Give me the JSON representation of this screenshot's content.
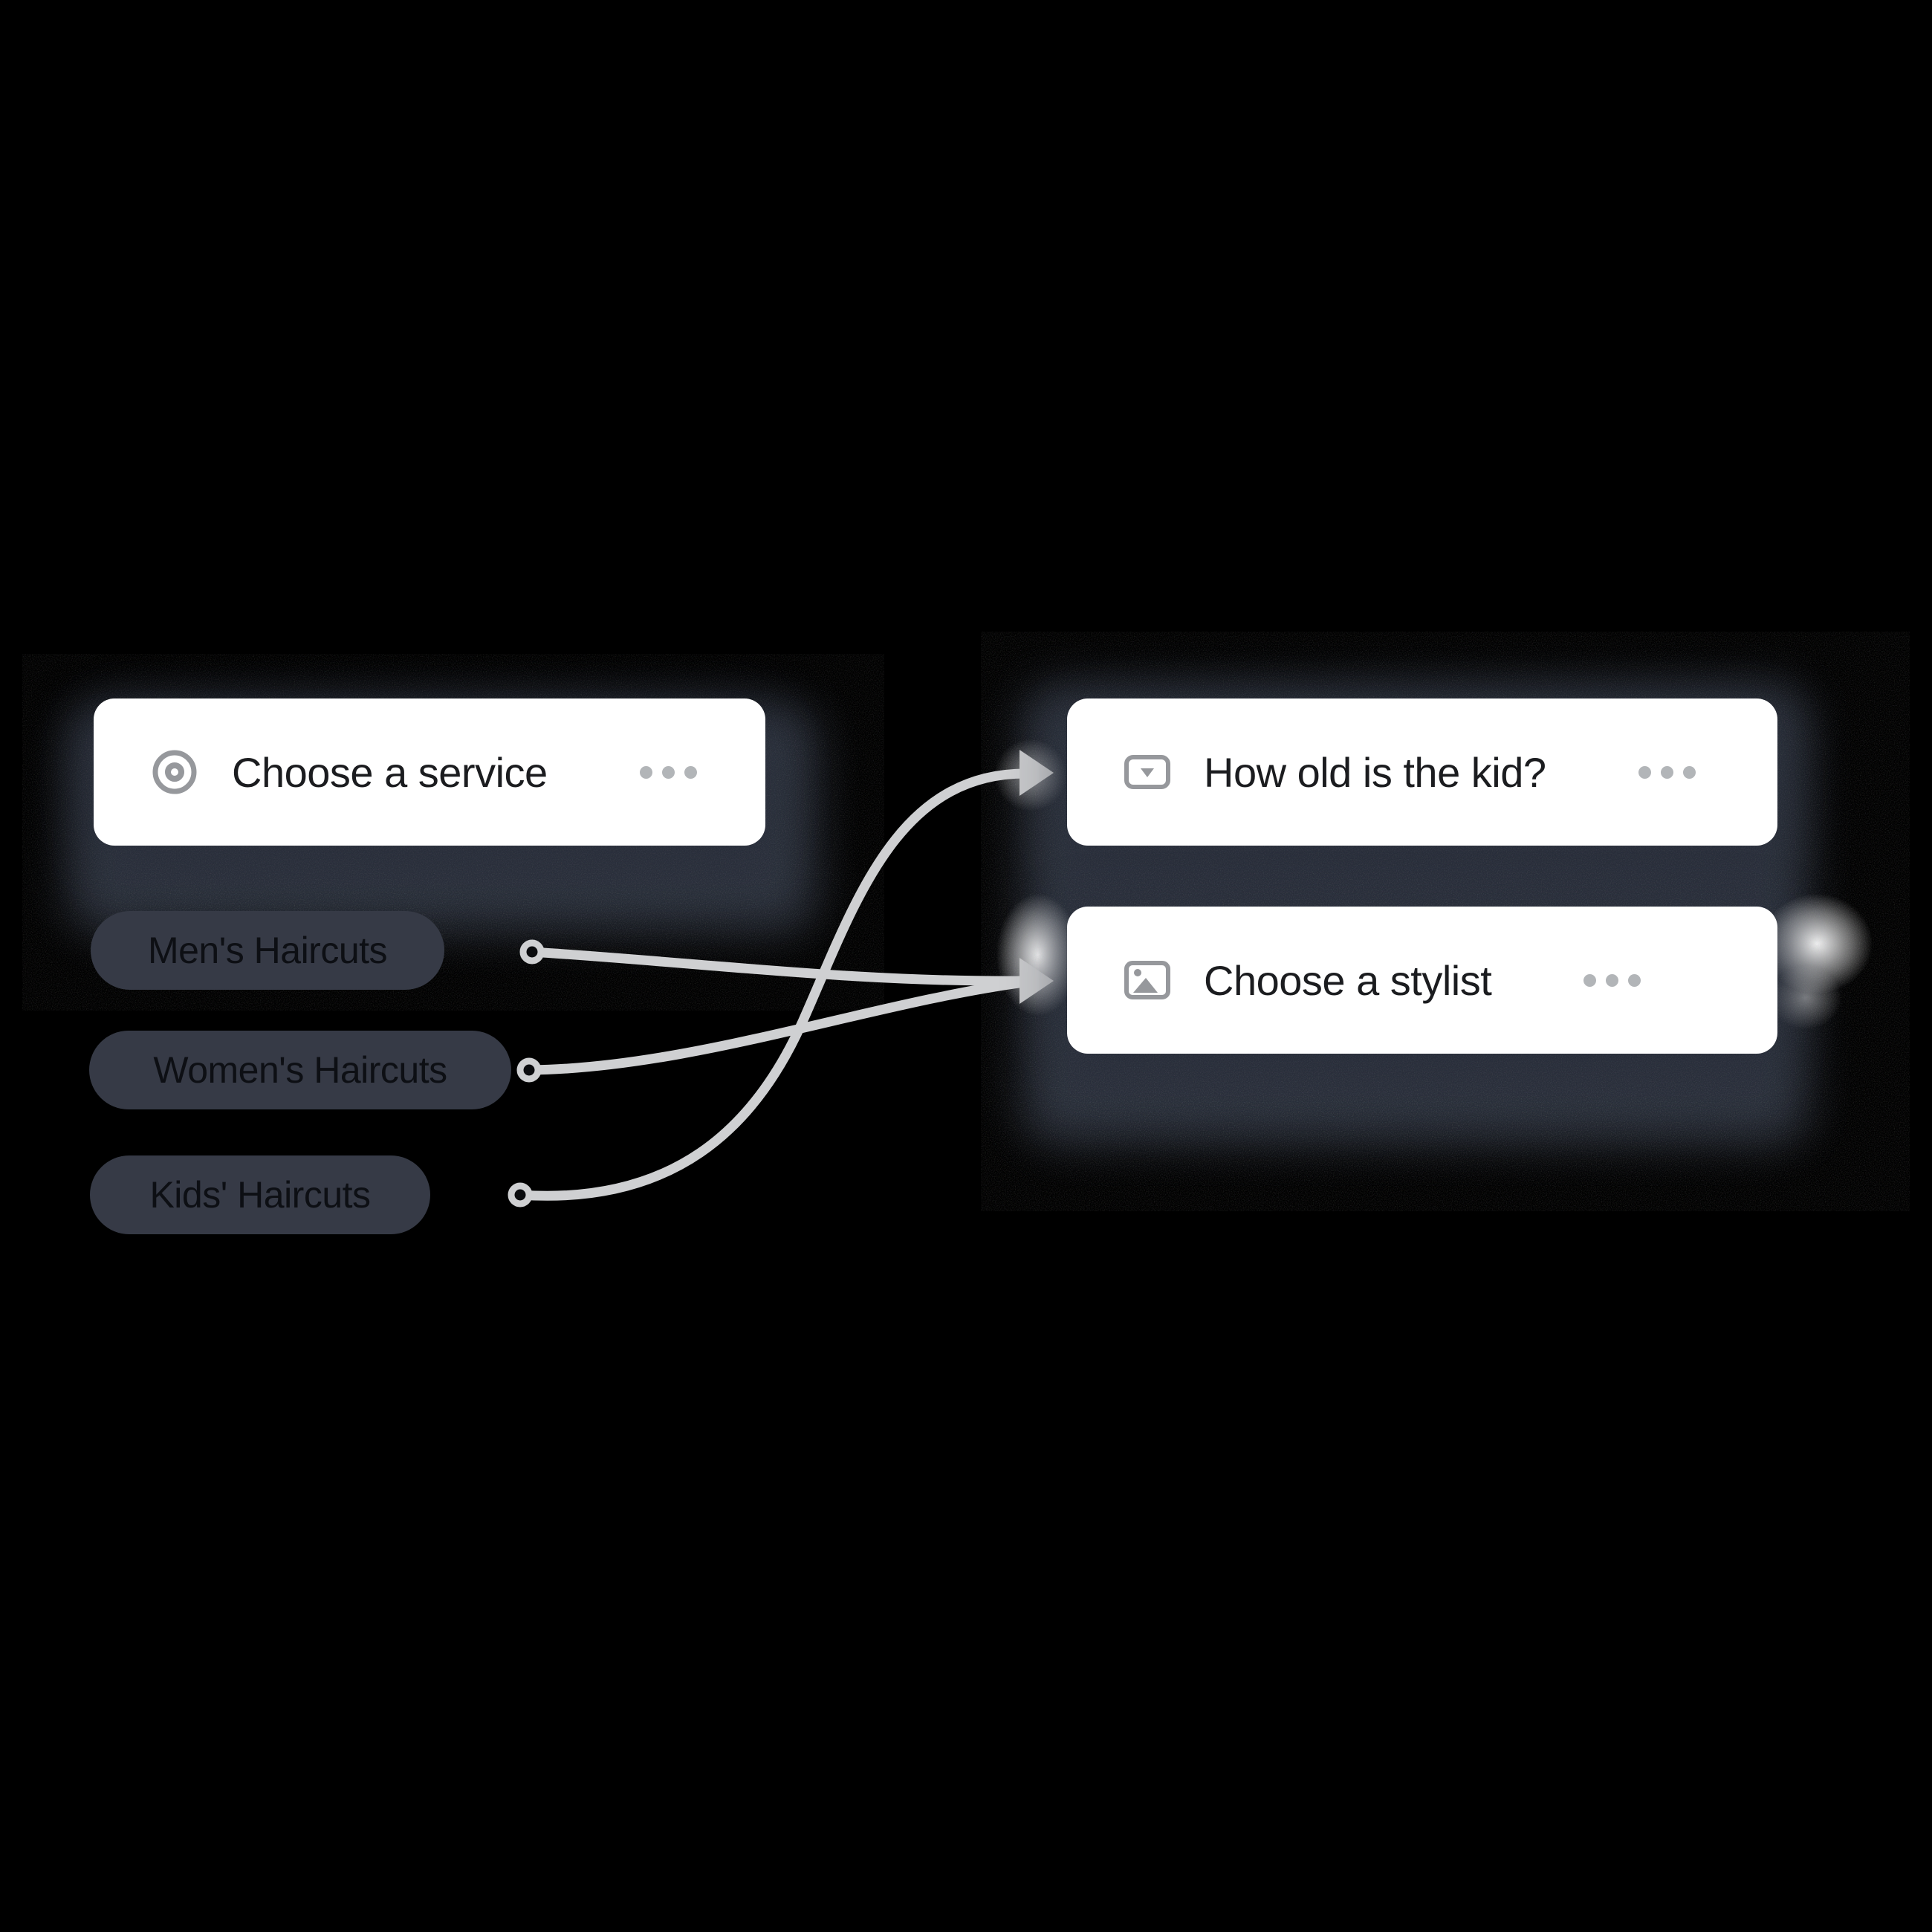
{
  "diagram": {
    "title": "Booking flow logic diagram",
    "background_color": "#000000",
    "card_color": "#ffffff",
    "pill_color": "#363a46",
    "connector_color": "#cfd0d2",
    "icon_color": "#96989c",
    "nodes": {
      "service": {
        "id": "choose-a-service",
        "label": "Choose a service",
        "icon": "target-icon",
        "menu": "ellipsis-menu"
      },
      "kid_age": {
        "id": "how-old-is-the-kid",
        "label": "How old is the kid?",
        "icon": "dropdown-icon",
        "menu": "ellipsis-menu"
      },
      "stylist": {
        "id": "choose-a-stylist",
        "label": "Choose a stylist",
        "icon": "image-icon",
        "menu": "ellipsis-menu"
      }
    },
    "options": [
      {
        "id": "mens-haircuts",
        "label": "Men's Haircuts"
      },
      {
        "id": "womens-haircuts",
        "label": "Women's Haircuts"
      },
      {
        "id": "kids-haircuts",
        "label": "Kids' Haircuts"
      }
    ],
    "edges": [
      {
        "from": "mens-haircuts",
        "to": "choose-a-stylist"
      },
      {
        "from": "womens-haircuts",
        "to": "choose-a-stylist"
      },
      {
        "from": "kids-haircuts",
        "to": "how-old-is-the-kid"
      }
    ]
  }
}
